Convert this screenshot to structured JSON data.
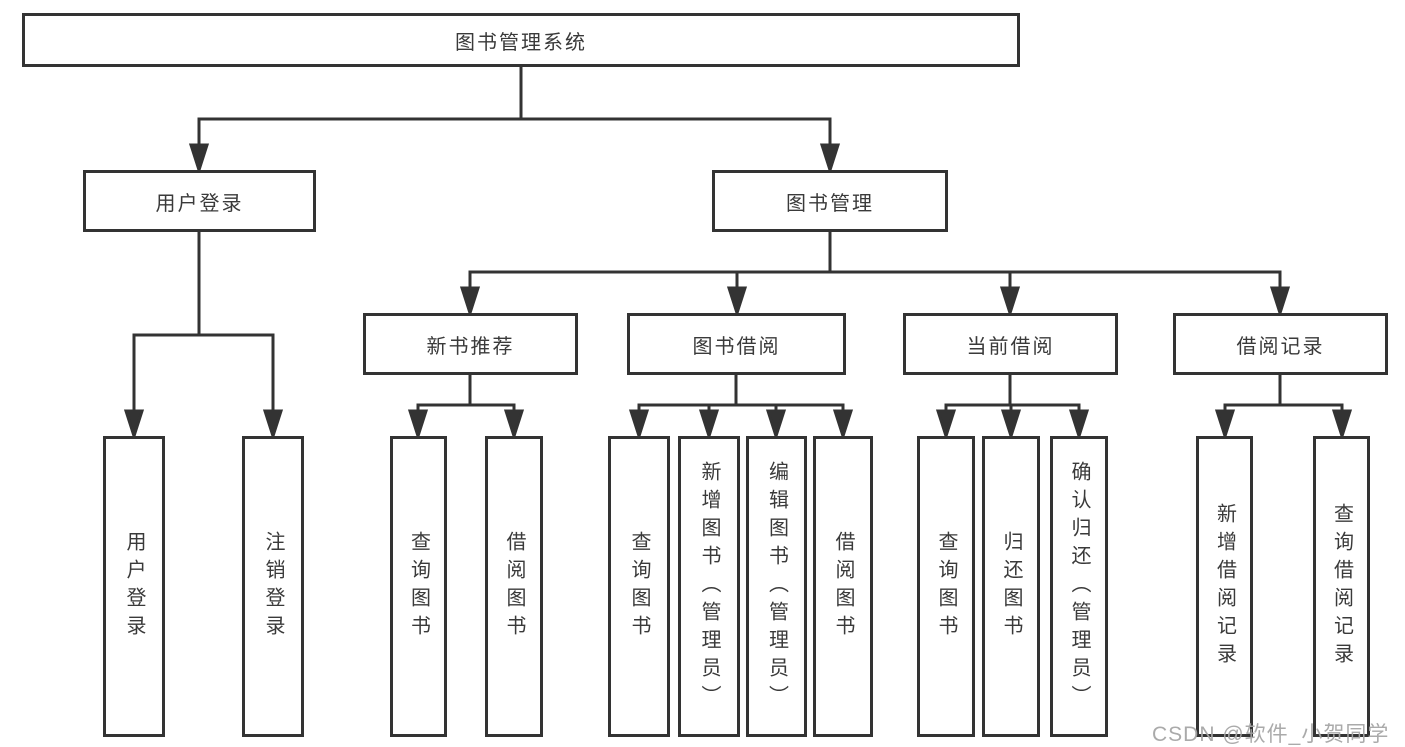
{
  "diagram": {
    "root": {
      "label": "图书管理系统",
      "children": [
        {
          "label": "用户登录",
          "children": [
            {
              "label": "用户登录"
            },
            {
              "label": "注销登录"
            }
          ]
        },
        {
          "label": "图书管理",
          "children": [
            {
              "label": "新书推荐",
              "children": [
                {
                  "label": "查询图书"
                },
                {
                  "label": "借阅图书"
                }
              ]
            },
            {
              "label": "图书借阅",
              "children": [
                {
                  "label": "查询图书"
                },
                {
                  "label": "新增图书（管理员）"
                },
                {
                  "label": "编辑图书（管理员）"
                },
                {
                  "label": "借阅图书"
                }
              ]
            },
            {
              "label": "当前借阅",
              "children": [
                {
                  "label": "查询图书"
                },
                {
                  "label": "归还图书"
                },
                {
                  "label": "确认归还（管理员）"
                }
              ]
            },
            {
              "label": "借阅记录",
              "children": [
                {
                  "label": "新增借阅记录"
                },
                {
                  "label": "查询借阅记录"
                }
              ]
            }
          ]
        }
      ]
    }
  },
  "colors": {
    "line": "#333333",
    "border": "#333333",
    "text": "#3a3a3a",
    "watermark": "#a5a5a5",
    "background": "#ffffff"
  },
  "watermark": {
    "text": "CSDN @软件_小贺同学"
  }
}
